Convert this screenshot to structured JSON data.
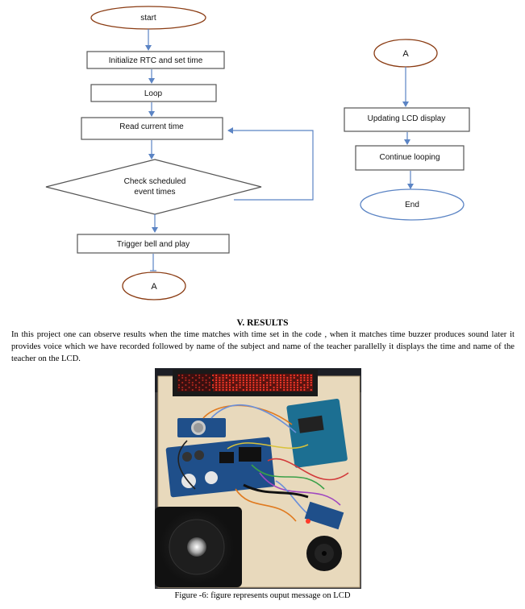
{
  "flowchart": {
    "start": "start",
    "init": "Initialize RTC  and set time",
    "loop": "Loop",
    "read_time": "Read current time",
    "check_line1": "Check scheduled",
    "check_line2": "event times",
    "trigger": "Trigger bell and play",
    "connector_a_bottom": "A",
    "connector_a_top": "A",
    "update_lcd": "Updating LCD display",
    "continue": "Continue looping",
    "end": "End"
  },
  "section": {
    "heading": "V.  RESULTS",
    "body": "In this project one can observe results when the time matches with time set in the code , when it matches time  buzzer produces sound later it provides voice which we have recorded followed by name of the subject and name of the teacher parallelly it displays the time and name of the teacher on the LCD."
  },
  "figure": {
    "caption": "Figure -6:  figure represents ouput message on LCD"
  },
  "colors": {
    "arrow": "#5b84c4",
    "box_stroke": "#555555",
    "connector_stroke": "#8a3b12",
    "led": "#ff3a2a",
    "board_blue": "#1f4f8a",
    "speaker": "#1e1e1e"
  }
}
